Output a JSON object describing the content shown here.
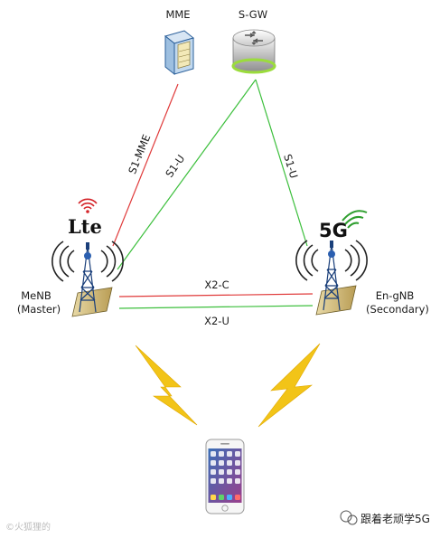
{
  "nodes": {
    "mme": {
      "label": "MME",
      "icon": "server-icon"
    },
    "sgw": {
      "label": "S-GW",
      "icon": "router-icon"
    },
    "menb": {
      "label_line1": "MeNB",
      "label_line2": "(Master)",
      "icon": "cell-tower-icon",
      "badge": "Lte"
    },
    "engnb": {
      "label_line1": "En-gNB",
      "label_line2": "(Secondary)",
      "icon": "cell-tower-icon",
      "badge": "5G"
    },
    "ue": {
      "icon": "smartphone-icon"
    }
  },
  "links": {
    "s1_mme": "S1-MME",
    "s1_u_menb": "S1-U",
    "s1_u_engnb": "S1-U",
    "x2_c": "X2-C",
    "x2_u": "X2-U"
  },
  "colors": {
    "control_plane": "#e03a3a",
    "user_plane": "#3cbf3c",
    "lightning": "#f2c418",
    "lte_red": "#d4242a",
    "fiveg_green": "#2e9e2e"
  },
  "watermarks": {
    "left": "©火狐狸的",
    "right": "跟着老顽学5G"
  }
}
